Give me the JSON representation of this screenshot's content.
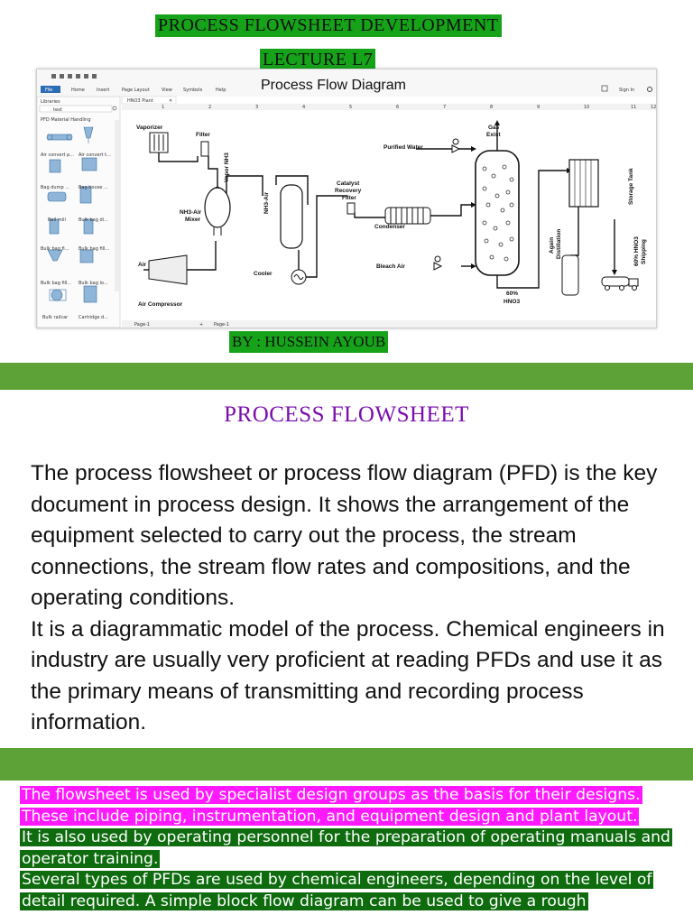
{
  "slide1": {
    "title_line1": "Process Flowsheet Development",
    "title_line2": "Lecture L7",
    "byline": "By : Hussein Ayoub"
  },
  "screenshot": {
    "menu": [
      "File",
      "Home",
      "Insert",
      "Page Layout",
      "View",
      "Symbols",
      "Help"
    ],
    "diagram_title": "Process Flow Diagram",
    "sign_in": "Sign In",
    "libraries_label": "Libraries",
    "search_value": "text",
    "doc_tab": "HNO3 Plant",
    "library_header": "PFD Material Handling",
    "library_items": [
      "Air convert p...",
      "Air convert t...",
      "Bag dump ...",
      "Bag house ...",
      "Ball mill",
      "Bulk bag di...",
      "Bulk bag fi...",
      "Bulk bag fill...",
      "Bulk bag fill...",
      "Bulk bag lo...",
      "Bulk railcar",
      "Cartridge d..."
    ],
    "page_tab_left": "Page-1",
    "page_tab_right": "Page-1",
    "ruler_numbers": [
      "1",
      "2",
      "3",
      "4",
      "5",
      "6",
      "7",
      "8",
      "9",
      "10",
      "11",
      "12"
    ],
    "labels": {
      "vaporizer": "Vaporizer",
      "filter": "Filter",
      "vapor_nh3": "Vapor NH3",
      "nh3_air_mixer_1": "NH3-Air",
      "nh3_air_mixer_2": "Mixer",
      "nh3_air": "NH3-Air",
      "air": "Air",
      "air_compressor": "Air Compressor",
      "cooler": "Cooler",
      "catalyst_1": "Catalyst",
      "catalyst_2": "Recovery",
      "catalyst_3": "Filter",
      "condenser": "Condenser",
      "purified_water": "Purified Water",
      "gas_exist_1": "Gas",
      "gas_exist_2": "Exist",
      "bleach_air": "Bleach Air",
      "hno3_1": "60%",
      "hno3_2": "HNO3",
      "storage_tank": "Storage Tank",
      "again_distillation_1": "Again",
      "again_distillation_2": "Distillation",
      "shipping_1": "60% HNO3",
      "shipping_2": "Shipping"
    }
  },
  "slide2": {
    "heading": "Process Flowsheet",
    "paragraphs": [
      "The process  flowsheet or process flow diagram (PFD) is the key document in process design. It shows the arrangement of the equipment selected to carry out the process, the stream connections, the stream flow rates and compositions, and the operating conditions.",
      "It is a diagrammatic model of the process. Chemical engineers in industry are usually very proficient at reading PFDs and use it as the primary means of transmitting and recording process information."
    ]
  },
  "slide3": {
    "lines": [
      "The flowsheet is used by specialist design groups as the basis for their designs. These include piping, instrumentation, and equipment design and plant layout.",
      "It is also used by operating personnel for the preparation of operating manuals and operator training.",
      "Several types of PFDs are used by chemical engineers, depending on the level of detail required. A simple block flow diagram can be used to give a rough"
    ]
  },
  "colors": {
    "title_green": "#16a31a",
    "band_green": "#5ca236",
    "heading_purple": "#7a0fae",
    "highlight_pink": "#ff19ff",
    "highlight_green": "#0e6b0e"
  }
}
